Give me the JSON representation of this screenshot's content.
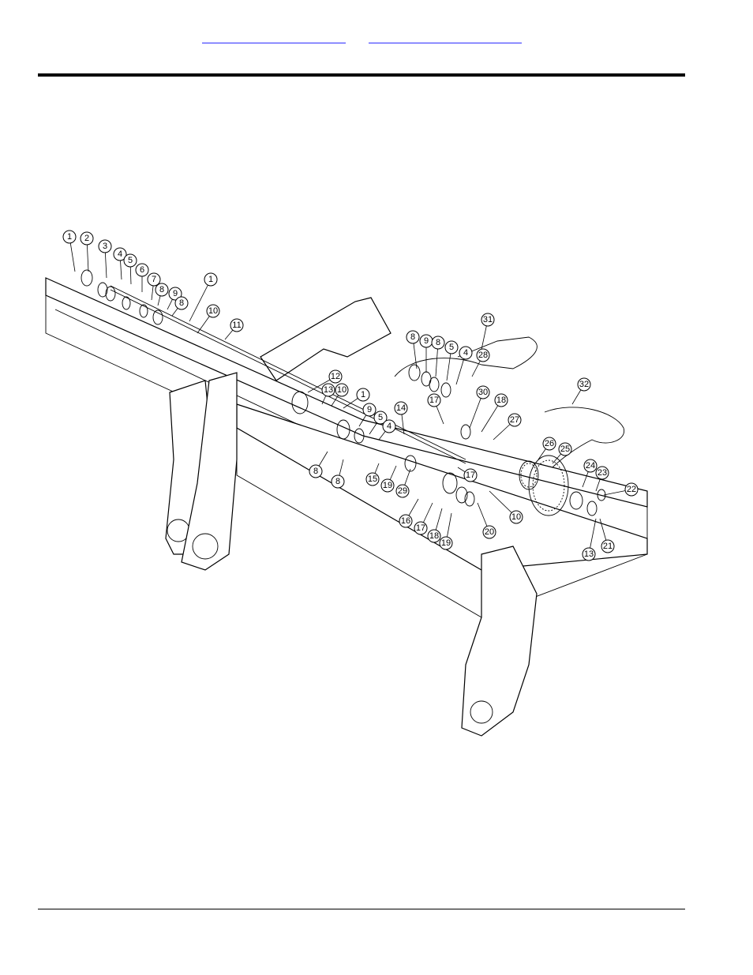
{
  "header": {
    "link_a": "",
    "link_b": ""
  },
  "callouts": [
    "1",
    "2",
    "3",
    "4",
    "5",
    "6",
    "7",
    "8",
    "9",
    "8",
    "1",
    "10",
    "11",
    "8",
    "9",
    "8",
    "5",
    "4",
    "31",
    "28",
    "30",
    "18",
    "17",
    "27",
    "32",
    "12",
    "13",
    "10",
    "1",
    "9",
    "5",
    "4",
    "14",
    "26",
    "25",
    "24",
    "23",
    "22",
    "8",
    "8",
    "15",
    "19",
    "29",
    "17",
    "10",
    "16",
    "17",
    "18",
    "19",
    "20",
    "13",
    "21"
  ],
  "colors": {
    "line": "#000000",
    "link": "#2a2aff"
  }
}
